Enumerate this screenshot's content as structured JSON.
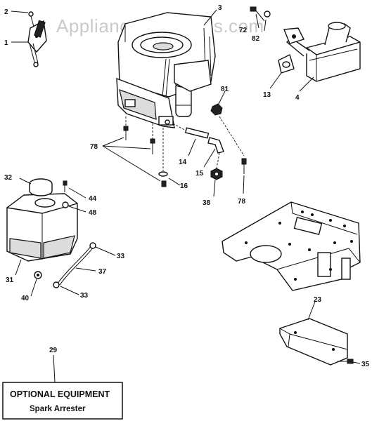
{
  "watermark": "AppliancePartsPros.com",
  "callouts": {
    "c1": "1",
    "c2": "2",
    "c3": "3",
    "c4": "4",
    "c13": "13",
    "c14": "14",
    "c15": "15",
    "c16": "16",
    "c23": "23",
    "c29": "29",
    "c31": "31",
    "c32": "32",
    "c33a": "33",
    "c33b": "33",
    "c35": "35",
    "c37": "37",
    "c38": "38",
    "c40": "40",
    "c44": "44",
    "c48": "48",
    "c72": "72",
    "c78a": "78",
    "c78b": "78",
    "c81": "81",
    "c82": "82"
  },
  "optional_box": {
    "title": "OPTIONAL EQUIPMENT",
    "subtitle": "Spark Arrester"
  }
}
